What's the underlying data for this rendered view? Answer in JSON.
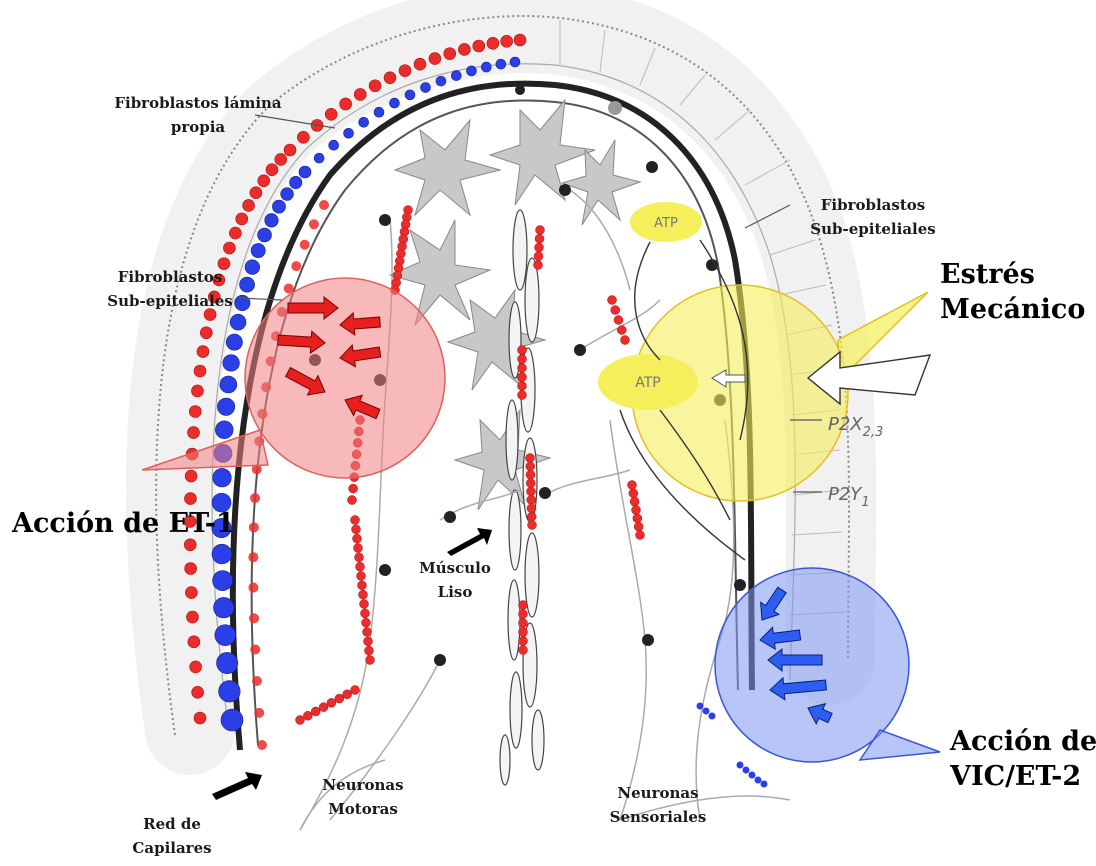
{
  "labels": {
    "fibroblastos_lamina_line1": "Fibroblastos lámina",
    "fibroblastos_lamina_line2": "propia",
    "fibroblastos_sub_left_line1": "Fibroblastos",
    "fibroblastos_sub_left_line2": "Sub-epiteliales",
    "fibroblastos_sub_right_line1": "Fibroblastos",
    "fibroblastos_sub_right_line2": "Sub-epiteliales",
    "estres_line1": "Estrés",
    "estres_line2": "Mecánico",
    "accion_et1": "Acción de ET-1",
    "accion_vic_line1": "Acción de",
    "accion_vic_line2": "VIC/ET-2",
    "musculo_line1": "Músculo",
    "musculo_line2": "Liso",
    "neuronas_motoras_line1": "Neuronas",
    "neuronas_motoras_line2": "Motoras",
    "neuronas_sensoriales_line1": "Neuronas",
    "neuronas_sensoriales_line2": "Sensoriales",
    "red_capilares_line1": "Red de",
    "red_capilares_line2": "Capilares",
    "atp_small": "ATP",
    "atp_large": "ATP",
    "p2x": "P2X",
    "p2x_sub": "2,3",
    "p2y": "P2Y",
    "p2y_sub": "1"
  },
  "colors": {
    "red_cell": "#ec2b2b",
    "blue_cell": "#2b3fe8",
    "red_zone": "#f08080",
    "yellow_zone": "#f4ef5a",
    "blue_zone": "#7d95f0"
  }
}
